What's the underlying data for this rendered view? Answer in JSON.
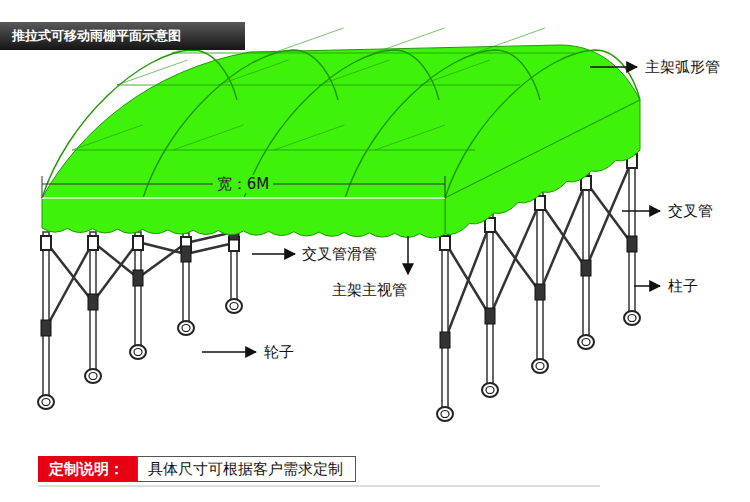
{
  "diagram": {
    "title": "推拉式可移动雨棚平面示意图",
    "nodes": [
      {
        "text": [
          "定制说明："
        ]
      },
      {
        "text": [
          "具体尺寸可根据客户需求定制"
        ]
      }
    ],
    "labels": [
      "主架弧形管",
      "宽：6M",
      "交叉管",
      "交叉管滑管",
      "主架主视管",
      "柱子",
      "轮子"
    ]
  }
}
